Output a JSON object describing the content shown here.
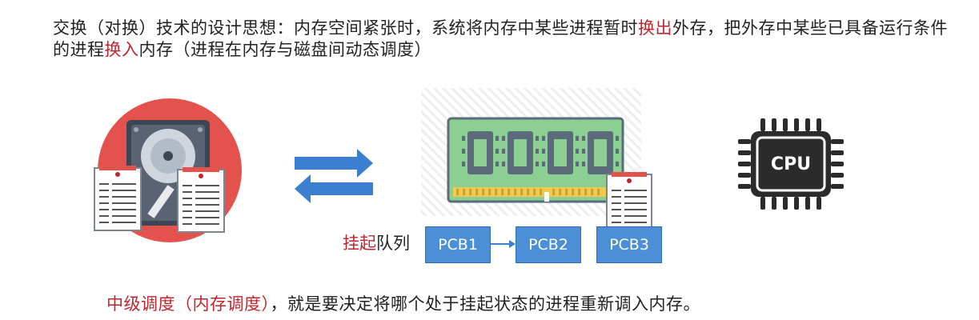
{
  "intro": {
    "part1": "交换（对换）技术的设计思想：内存空间紧张时，系统将内存中某些进程暂时",
    "swap_out": "换出",
    "part2": "外存，把外存中某些已具备运行条件的进程",
    "swap_in": "换入",
    "part3": "内存（进程在内存与磁盘间动态调度）"
  },
  "cpu": {
    "label": "CPU"
  },
  "queue": {
    "label_red": "挂起",
    "label_rest": "队列",
    "items": [
      "PCB1",
      "PCB2",
      "PCB3"
    ]
  },
  "bottom": {
    "term": "中级调度（内存调度）",
    "desc": "，就是要决定将哪个处于挂起状态的进程重新调入内存。"
  },
  "colors": {
    "highlight": "#c0262d",
    "pcb_fill": "#4b8fd6",
    "arrow": "#3a7fd0",
    "disk_circle": "#e3524d",
    "ram_board": "#8ccf93",
    "cpu_body": "#2b2b2b"
  },
  "icons": [
    "hard-disk-icon",
    "document-icon",
    "memory-module-icon",
    "cpu-chip-icon",
    "arrow-right-icon",
    "arrow-left-icon"
  ]
}
